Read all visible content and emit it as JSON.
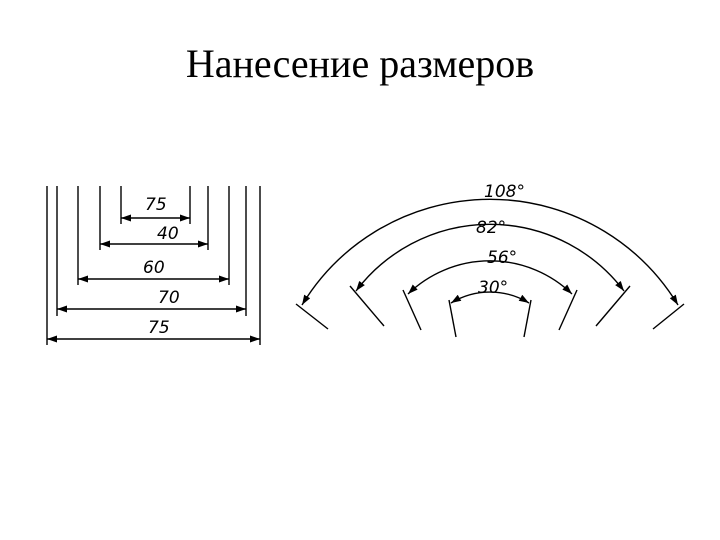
{
  "title": "Нанесение размеров",
  "linear_dimensions": [
    "75",
    "40",
    "60",
    "70",
    "75"
  ],
  "angular_dimensions": [
    "108°",
    "82°",
    "56°",
    "30°"
  ]
}
